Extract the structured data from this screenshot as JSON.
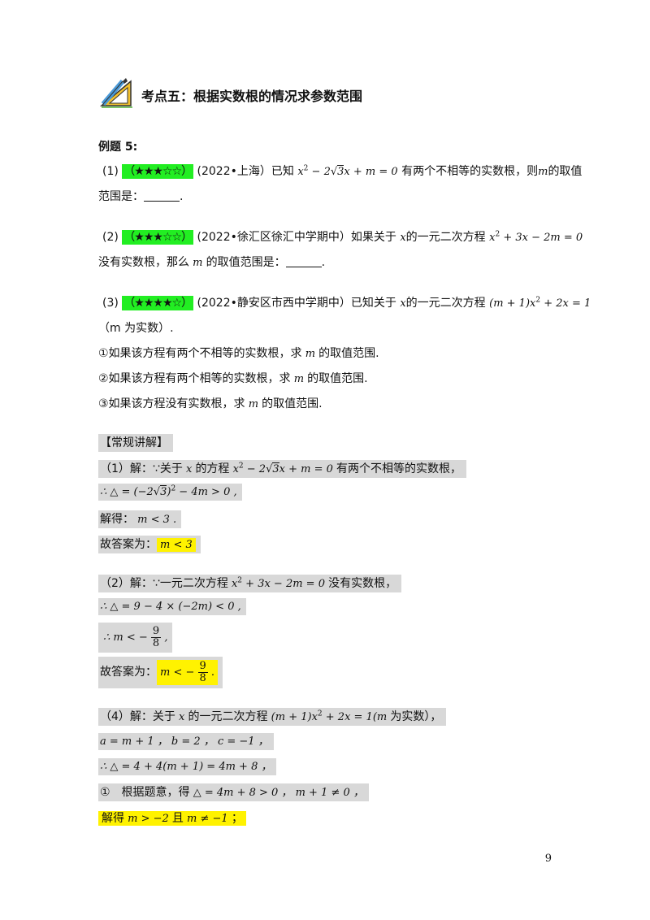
{
  "section_title": "考点五：根据实数根的情况求参数范围",
  "example_heading": "例题 5:",
  "problems": {
    "p1": {
      "num": "(1)",
      "stars": "（★★★☆☆）",
      "source": "(2022•上海）已知",
      "text_after": "有两个不相等的实数根，则",
      "text_after2": "的取值",
      "line2": "范围是：",
      "end": "."
    },
    "p2": {
      "num": "(2)",
      "stars": "（★★★☆☆）",
      "source": "(2022•徐汇区徐汇中学期中）如果关于",
      "text_mid": "的一元二次方程",
      "line2": "没有实数根，那么",
      "line2b": "的取值范围是：",
      "end": "."
    },
    "p3": {
      "num": "(3)",
      "stars": "（★★★★☆）",
      "source": "(2022•静安区市西中学期中）已知关于",
      "text_mid": "的一元二次方程",
      "line2": "（m 为实数）.",
      "q1": "①如果该方程有两个不相等的实数根，求",
      "q2": "②如果该方程有两个相等的实数根，求",
      "q3": "③如果该方程没有实数根，求",
      "q_end": "的取值范围."
    }
  },
  "solution_heading": "【常规讲解】",
  "sol1": {
    "l1a": "（1）解：∵关于",
    "l1b": "的方程",
    "l1c": "有两个不相等的实数根，",
    "l3": "解得：",
    "l4": "故答案为："
  },
  "sol2": {
    "l1a": "（2）解：∵一元二次方程",
    "l1b": "没有实数根，",
    "l4": "故答案为："
  },
  "sol4": {
    "l1a": "（4）解：关于",
    "l1b": "的一元二次方程",
    "l1c": "为实数），",
    "l4a": "①　根据题意，得",
    "l5a": "解得",
    "l5b": "且"
  },
  "page_number": "9",
  "colors": {
    "stars_bg": "#22ee22",
    "answer_bg": "#fff200",
    "solution_bg": "#d8d8d8"
  }
}
